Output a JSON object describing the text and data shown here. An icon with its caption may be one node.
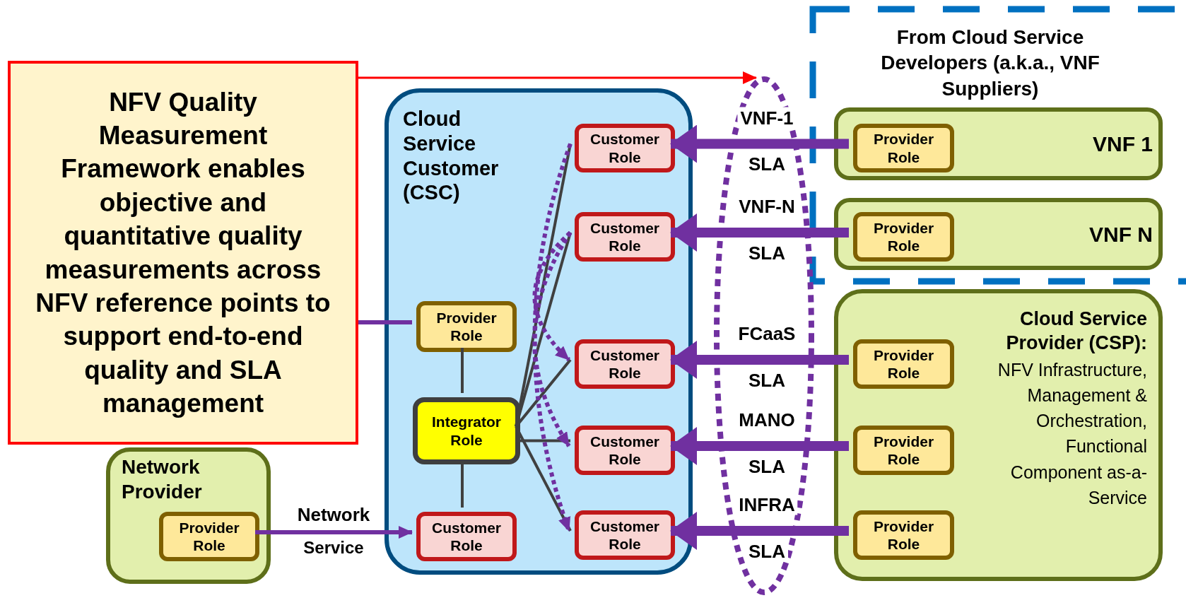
{
  "diagram": {
    "nodes": [
      {
        "text": [
          "NFV Quality Measurement Framework enables objective and quantitative quality measurements across NFV reference points to support end-to-end quality and SLA management"
        ]
      },
      {
        "text": [
          "Cloud Service Customer (CSC)"
        ]
      },
      {
        "text": [
          "Provider Role"
        ],
        "in": 1
      },
      {
        "text": [
          "Integrator Role"
        ],
        "in": 1
      },
      {
        "text": [
          "Customer Role"
        ],
        "in": 1
      },
      {
        "text": [
          "Customer Role"
        ],
        "in": 1
      },
      {
        "text": [
          "Customer Role"
        ],
        "in": 1
      },
      {
        "text": [
          "Customer Role"
        ],
        "in": 1
      },
      {
        "text": [
          "Customer Role"
        ],
        "in": 1
      },
      {
        "text": [
          "Customer Role"
        ],
        "in": 1
      },
      {
        "text": [
          "Network Provider"
        ]
      },
      {
        "text": [
          "Provider Role"
        ],
        "in": 10
      },
      {
        "text": [
          "From Cloud Service Developers (a.k.a., VNF Suppliers)"
        ]
      },
      {
        "text": [
          "VNF 1"
        ],
        "in": 12
      },
      {
        "text": [
          "Provider Role"
        ],
        "in": 13
      },
      {
        "text": [
          "VNF N"
        ],
        "in": 12
      },
      {
        "text": [
          "Provider Role"
        ],
        "in": 15
      },
      {
        "text": [
          "Cloud Service Provider (CSP):",
          "NFV Infrastructure, Management & Orchestration, Functional Component as-a-Service"
        ]
      },
      {
        "text": [
          "Provider Role"
        ],
        "in": 17
      },
      {
        "text": [
          "Provider Role"
        ],
        "in": 17
      },
      {
        "text": [
          "Provider Role"
        ],
        "in": 17
      }
    ],
    "edges": [
      {
        "from": 14,
        "to": 5,
        "arrow": "to",
        "label": "VNF-1",
        "style": "thick"
      },
      {
        "from": 16,
        "to": 6,
        "arrow": "to",
        "label": "VNF-N",
        "style": "thick"
      },
      {
        "from": 18,
        "to": 7,
        "arrow": "to",
        "label": "FCaaS",
        "style": "thick"
      },
      {
        "from": 19,
        "to": 8,
        "arrow": "to",
        "label": "MANO",
        "style": "thick"
      },
      {
        "from": 20,
        "to": 9,
        "arrow": "to",
        "label": "INFRA",
        "style": "thick"
      },
      {
        "from": 11,
        "to": 4,
        "arrow": "to",
        "label": "Network"
      },
      {
        "from": 0,
        "to": 2,
        "arrow": "none"
      },
      {
        "from": 0,
        "to": null,
        "arrow": "to",
        "color": "#ff0000"
      },
      {
        "from": 3,
        "to": 2,
        "arrow": "none",
        "color": "#404040"
      },
      {
        "from": 3,
        "to": 4,
        "arrow": "none",
        "color": "#404040"
      },
      {
        "from": 3,
        "to": 5,
        "arrow": "none",
        "color": "#404040"
      },
      {
        "from": 3,
        "to": 6,
        "arrow": "none",
        "color": "#404040"
      },
      {
        "from": 3,
        "to": 7,
        "arrow": "none",
        "color": "#404040"
      },
      {
        "from": 3,
        "to": 8,
        "arrow": "none",
        "color": "#404040"
      },
      {
        "from": 3,
        "to": 9,
        "arrow": "none",
        "color": "#404040"
      },
      {
        "from": 5,
        "to": 9,
        "arrow": "to",
        "style": "dashed"
      },
      {
        "from": 6,
        "to": 7,
        "arrow": "to",
        "style": "dashed"
      },
      {
        "from": 6,
        "to": 8,
        "arrow": "to",
        "style": "dashed"
      }
    ],
    "labels": [
      "SLA",
      "SLA",
      "SLA",
      "SLA",
      "SLA",
      "Service"
    ]
  }
}
